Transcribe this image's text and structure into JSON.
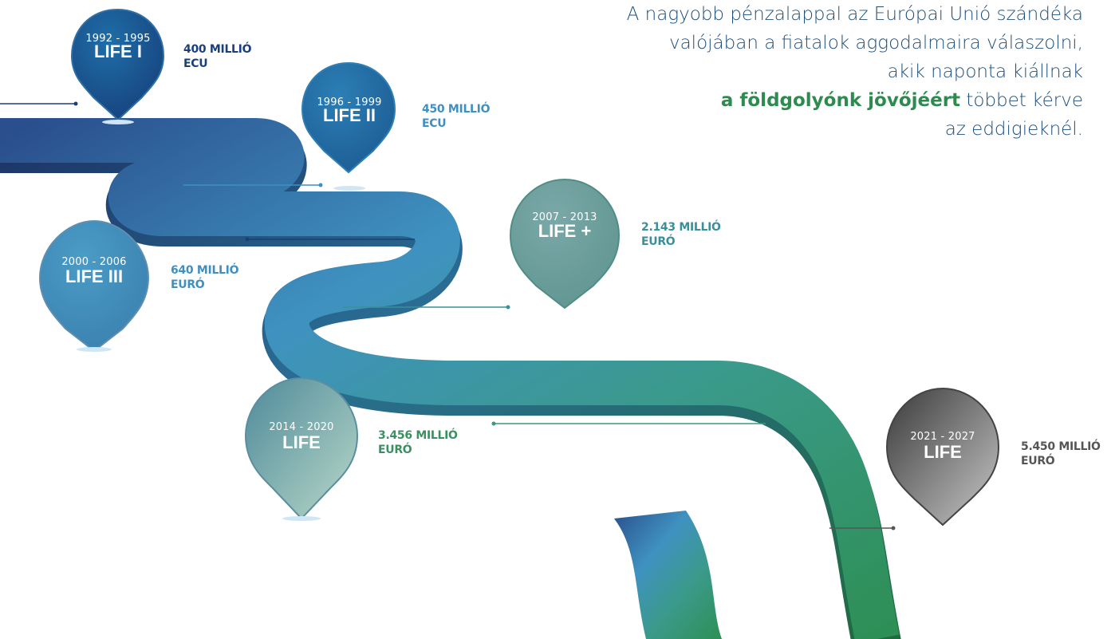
{
  "quote": {
    "line1": "A nagyobb pénzalappal az Európai Unió szándéka",
    "line2": "valójában  a fiatalok aggodalmaira válaszolni,",
    "line3": "akik naponta kiállnak",
    "line4_bold": "a földgolyónk jövőjéért",
    "line4_rest": " többet kérve",
    "line5": "az eddigieknél."
  },
  "milestones": [
    {
      "years": "1992 - 1995",
      "name": "LIFE I",
      "amount": "400 MILLIÓ",
      "currency": "ECU",
      "color": "#1a3f7a"
    },
    {
      "years": "1996 - 1999",
      "name": "LIFE II",
      "amount": "450 MILLIÓ",
      "currency": "ECU",
      "color": "#3f8fbf"
    },
    {
      "years": "2000 - 2006",
      "name": "LIFE III",
      "amount": "640 MILLIÓ",
      "currency": "EURÓ",
      "color": "#3f8fbf"
    },
    {
      "years": "2007 - 2013",
      "name": "LIFE +",
      "amount": "2.143 MILLIÓ",
      "currency": "EURÓ",
      "color": "#3a8f9a"
    },
    {
      "years": "2014 - 2020",
      "name": "LIFE",
      "amount": "3.456 MILLIÓ",
      "currency": "EURÓ",
      "color": "#3a9060"
    },
    {
      "years": "2021 - 2027",
      "name": "LIFE",
      "amount": "5.450 MILLIÓ",
      "currency": "EURÓ",
      "color": "#555555"
    }
  ]
}
